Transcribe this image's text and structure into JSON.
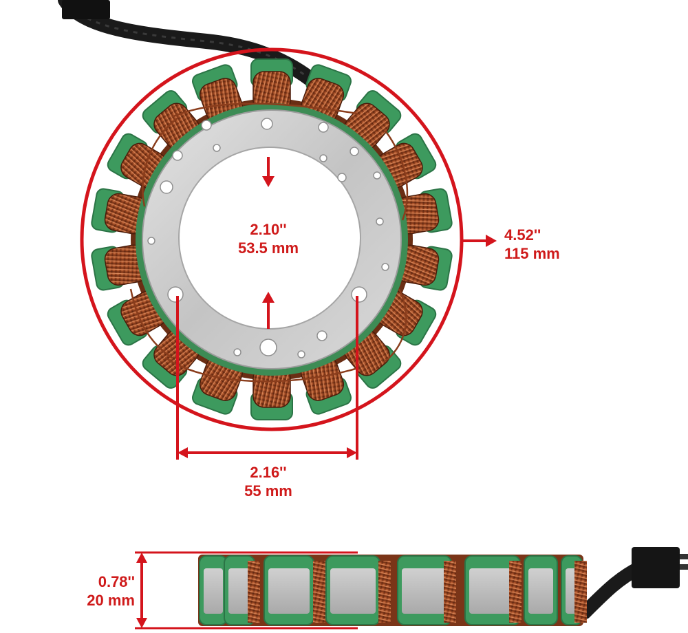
{
  "dimensions": {
    "inner_diameter": {
      "inches": "2.10''",
      "mm": "53.5 mm"
    },
    "outer_diameter": {
      "inches": "4.52''",
      "mm": "115 mm"
    },
    "bolt_hole_spacing": {
      "inches": "2.16''",
      "mm": "55 mm"
    },
    "thickness": {
      "inches": "0.78''",
      "mm": "20 mm"
    }
  },
  "colors": {
    "dimension_red": "#d4141c",
    "coil_copper": "#8a3d1c",
    "insulator_green": "#3d9a5e",
    "core_steel": "#c7c7c7",
    "cable_black": "#1a1a1a"
  }
}
